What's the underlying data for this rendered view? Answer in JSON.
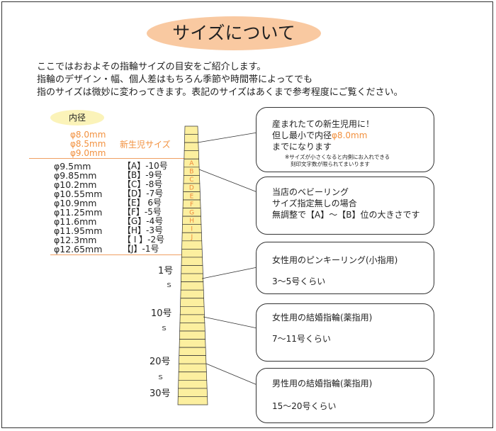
{
  "title": "サイズについて",
  "intro": [
    "ここではおおよその指輪サイズの目安をご紹介します。",
    "指輪のデザイン・幅、個人差はもちろん季節や時間帯によってでも",
    "指のサイズは微妙に変わってきます。表記のサイズはあくまで参考程度にご覧ください。"
  ],
  "inner_label": "内径",
  "newborn": {
    "diameters": [
      "φ8.0mm",
      "φ8.5mm",
      "φ9.0mm"
    ],
    "label": "新生児サイズ"
  },
  "baby_sizes": [
    {
      "dia": "φ9.5mm",
      "label": "【A】-10号"
    },
    {
      "dia": "φ9.85mm",
      "label": "【B】-9号"
    },
    {
      "dia": "φ10.2mm",
      "label": "【C】-8号"
    },
    {
      "dia": "φ10.55mm",
      "label": "【D】-7号"
    },
    {
      "dia": "φ10.9mm",
      "label": "【E】 6号"
    },
    {
      "dia": "φ11.25mm",
      "label": "【F】-5号"
    },
    {
      "dia": "φ11.6mm",
      "label": "【G】-4号"
    },
    {
      "dia": "φ11.95mm",
      "label": "【H】-3号"
    },
    {
      "dia": "φ12.3mm",
      "label": "【 I 】-2号"
    },
    {
      "dia": "φ12.65mm",
      "label": "【J】-1号"
    }
  ],
  "cell_letters": [
    "A",
    "B",
    "C",
    "D",
    "E",
    "F",
    "G",
    "H",
    "I",
    "J"
  ],
  "size_labels": [
    "1号",
    "10号",
    "20号",
    "30号"
  ],
  "tilde": "ｓ",
  "bubbles": {
    "newborn": {
      "line1": "産まれたての新生児用に！",
      "line2_prefix": "但し最小で内径",
      "line2_value": "φ8.0mm",
      "line3": "までになります",
      "note1": "※サイズが小さくなると内側にお入れできる",
      "note2": "刻印文字数が限られてまいります"
    },
    "baby": {
      "line1": "当店のベビーリング",
      "line2": "サイズ指定無しの場合",
      "line3": "無調整で【A】～【B】位の大きさです"
    },
    "pinky": {
      "line1": "女性用のピンキーリング(小指用)",
      "line2": "3～5号くらい"
    },
    "female": {
      "line1": "女性用の結婚指輪(薬指用)",
      "line2": "7～11号くらい"
    },
    "male": {
      "line1": "男性用の結婚指輪(薬指用)",
      "line2": "15～20号くらい"
    }
  },
  "colors": {
    "title_oval": "#f9c9a1",
    "inner_oval": "#fbf3b9",
    "ladder_fill": "#fcef9f",
    "accent": "#f2913f"
  }
}
